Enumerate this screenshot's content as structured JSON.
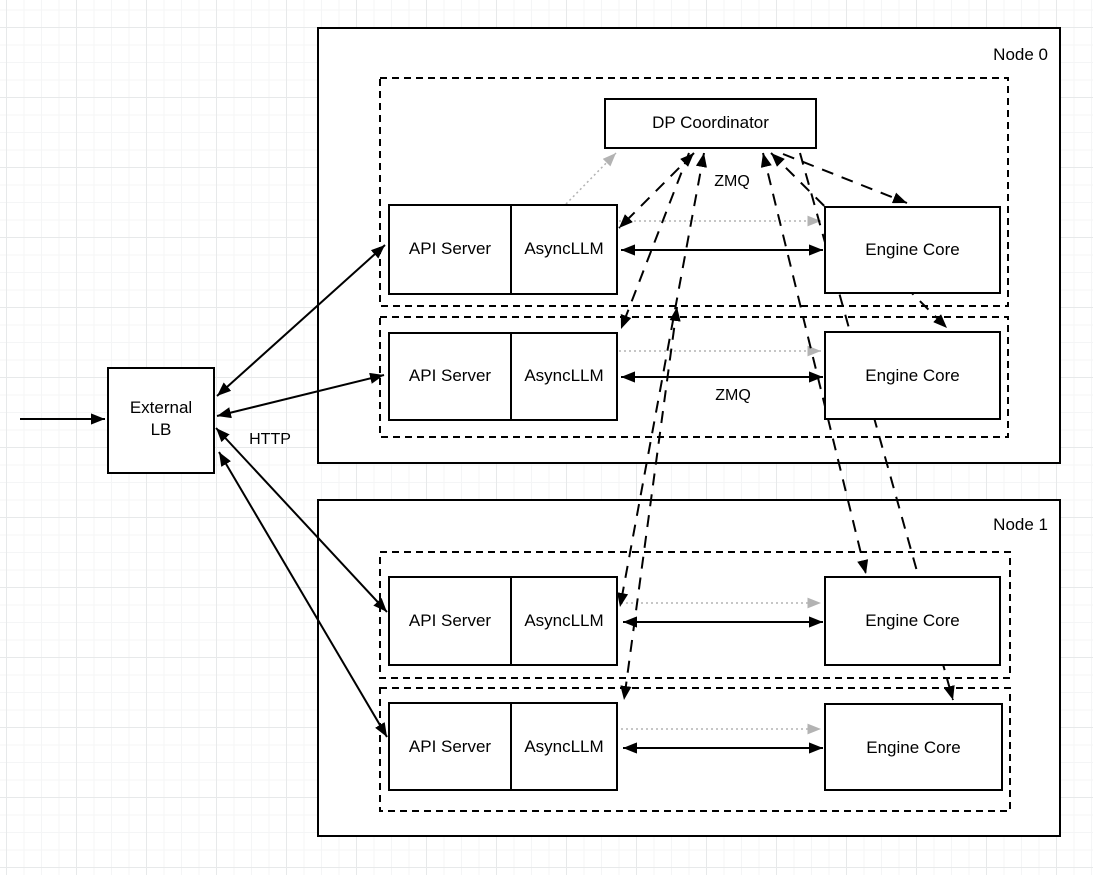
{
  "nodes": [
    {
      "label": "Node 0",
      "coordinator": "DP Coordinator",
      "rows": [
        {
          "api_server": "API Server",
          "asyncllm": "AsyncLLM",
          "engine_core": "Engine Core"
        },
        {
          "api_server": "API Server",
          "asyncllm": "AsyncLLM",
          "engine_core": "Engine Core"
        }
      ]
    },
    {
      "label": "Node 1",
      "rows": [
        {
          "api_server": "API Server",
          "asyncllm": "AsyncLLM",
          "engine_core": "Engine Core"
        },
        {
          "api_server": "API Server",
          "asyncllm": "AsyncLLM",
          "engine_core": "Engine Core"
        }
      ]
    }
  ],
  "external_lb": {
    "lines": [
      "External",
      "LB"
    ]
  },
  "edge_labels": {
    "http": "HTTP",
    "zmq_row1": "ZMQ",
    "zmq_row2": "ZMQ"
  },
  "colors": {
    "line": "#000000",
    "gray_arrow": "#b3b3b3",
    "box_fill": "#ffffff",
    "grid_minor": "#f4f5f6",
    "grid_major": "#e7e9ea"
  }
}
